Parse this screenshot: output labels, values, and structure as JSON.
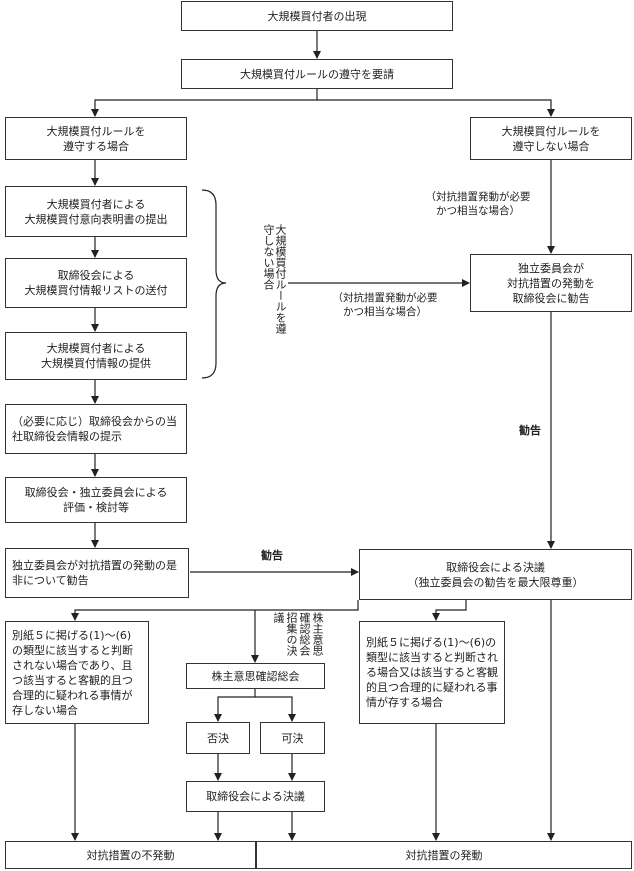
{
  "boxes": {
    "appearance": "大規模買付者の出現",
    "request_compliance": "大規模買付ルールの遵守を要請",
    "complies": "大規模買付ルールを\n遵守する場合",
    "not_comply": "大規模買付ルールを\n遵守しない場合",
    "intent_statement": "大規模買付者による\n大規模買付意向表明書の提出",
    "info_list": "取締役会による\n大規模買付情報リストの送付",
    "info_provision": "大規模買付者による\n大規模買付情報の提供",
    "board_info": "（必要に応じ）取締役会からの当社取締役会情報の提示",
    "evaluation": "取締役会・独立委員会による\n評価・検討等",
    "committee_advice": "独立委員会が対抗措置の発動の是非について勧告",
    "committee_recommend": "独立委員会が\n対抗措置の発動を\n取締役会に勧告",
    "board_resolution": "取締役会による決議\n（独立委員会の勧告を最大限尊重）",
    "not_applicable": "別紙５に掲げる(1)～(6)の類型に該当すると判断されない場合であり、且つ該当すると客観的且つ合理的に疑われる事情が存しない場合",
    "applicable": "別紙５に掲げる(1)～(6)の類型に該当すると判断される場合又は該当すると客観的且つ合理的に疑われる事情が存する場合",
    "shareholder_meeting": "株主意思確認総会",
    "rejected": "否決",
    "approved": "可決",
    "board_resolution2": "取締役会による決議",
    "no_countermeasure": "対抗措置の不発動",
    "countermeasure": "対抗措置の発動"
  },
  "labels": {
    "condition_top": "（対抗措置発動が必要\nかつ相当な場合）",
    "condition_mid": "（対抗措置発動が必要\nかつ相当な場合）",
    "advice_right": "勧告",
    "advice_mid": "勧告",
    "not_comply_vertical": "大規模買付ルールを遵守しない場合",
    "shareholder_vertical": "株主意思確認総会招集の決議"
  }
}
